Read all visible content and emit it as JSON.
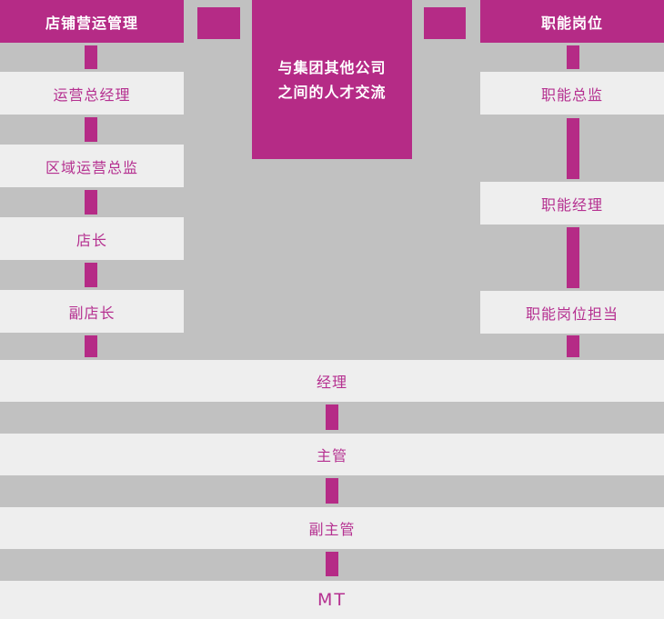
{
  "diagram": {
    "left_column": {
      "header": "店铺营运管理",
      "levels": [
        {
          "label": "运营总经理"
        },
        {
          "label": "区域运营总监"
        },
        {
          "label": "店长"
        },
        {
          "label": "副店长"
        }
      ]
    },
    "right_column": {
      "header": "职能岗位",
      "levels": [
        {
          "label": "职能总监"
        },
        {
          "label": "职能经理"
        },
        {
          "label": "职能岗位担当"
        }
      ]
    },
    "center_box": {
      "line1": "与集团其他公司",
      "line2": "之间的人才交流"
    },
    "shared_levels": [
      {
        "label": "经理"
      },
      {
        "label": "主管"
      },
      {
        "label": "副主管"
      },
      {
        "label": "MT"
      }
    ],
    "colors": {
      "accent_magenta": "#b52b86",
      "background_gray": "#c1c1c1",
      "level_box_light": "#eeeeee",
      "header_text_white": "#ffffff",
      "level_text_magenta": "#b53090"
    }
  }
}
